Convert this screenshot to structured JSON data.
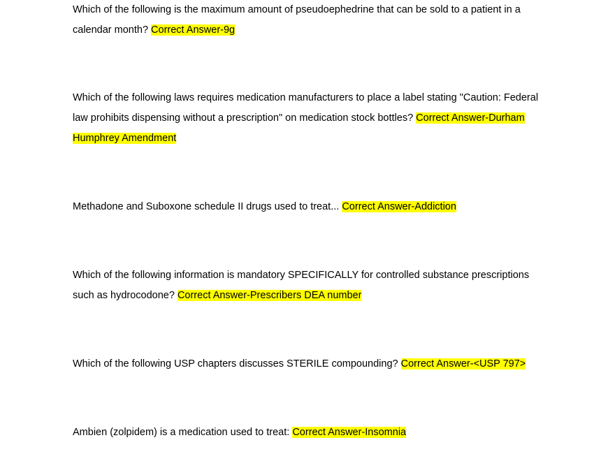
{
  "questions": [
    {
      "question": "Which of the following is the maximum amount of pseudoephedrine that can be sold to a patient in a calendar month?",
      "answer": "Correct Answer-9g"
    },
    {
      "question": "Which of the following laws requires medication manufacturers to place a label stating \"Caution: Federal law prohibits dispensing without a prescription\" on medication stock bottles?",
      "answer": "Correct Answer-Durham Humphrey Amendment"
    },
    {
      "question": "Methadone and Suboxone schedule II drugs used to treat...",
      "answer": "Correct Answer-Addiction"
    },
    {
      "question": "Which of the following information is mandatory SPECIFICALLY for controlled substance prescriptions such as hydrocodone?",
      "answer": "Correct Answer-Prescribers DEA number"
    },
    {
      "question": "Which of the following USP chapters discusses STERILE compounding?",
      "answer": "Correct Answer-<USP 797>"
    },
    {
      "question": "Ambien (zolpidem) is a medication used to treat:",
      "answer": "Correct Answer-Insomnia"
    }
  ],
  "colors": {
    "highlight": "#ffff00",
    "text": "#000000",
    "background": "#ffffff"
  }
}
